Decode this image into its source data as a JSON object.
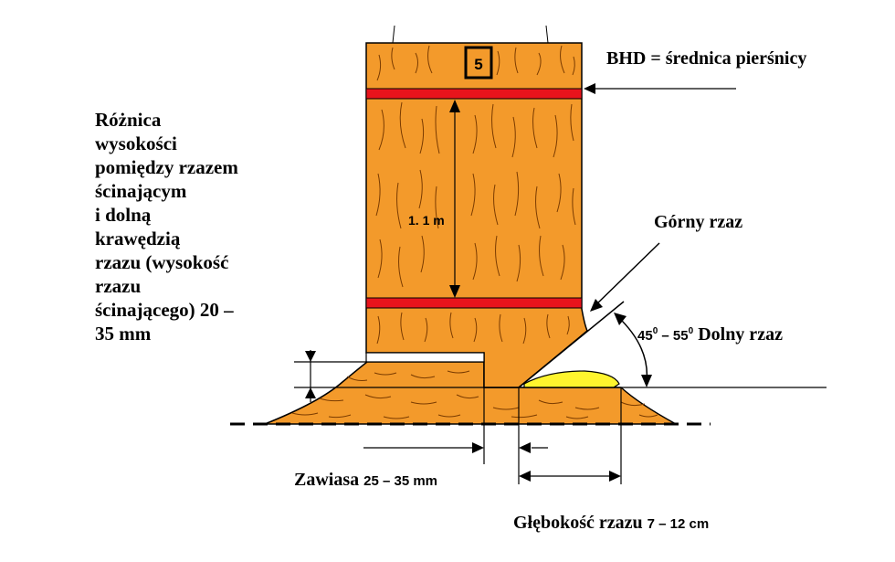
{
  "labels": {
    "tree_number": "5",
    "bhd": "BHD = średnica pierśnicy",
    "height_marker": "1. 1 m",
    "upper_notch": "Górny rzaz",
    "angle_value": "45",
    "angle_sup_1": "0",
    "angle_dash": " – 55",
    "angle_sup_2": "0",
    "lower_notch": " Dolny rzaz",
    "left_description_lines": [
      "Różnica",
      "wysokości",
      "pomiędzy rzazem",
      "ścinającym",
      "i dolną",
      "krawędzią",
      "rzazu (wysokość",
      "rzazu",
      "ścinającego) 20 –",
      "35 mm"
    ],
    "hinge_label": "Zawiasa ",
    "hinge_value": "25 – 35 mm",
    "depth_label": "Głębokość rzazu ",
    "depth_value": "7 – 12 cm"
  },
  "colors": {
    "wood": "#F39A2B",
    "red_band": "#E8141C",
    "wedge": "#FFF52E",
    "line": "#000000"
  }
}
